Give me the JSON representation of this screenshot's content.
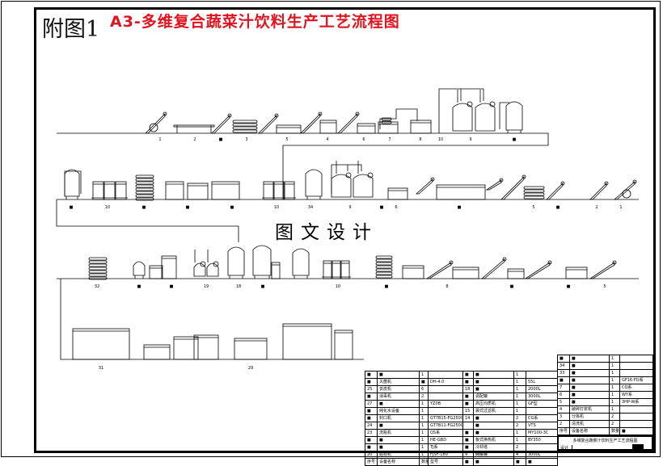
{
  "title": {
    "prefix": "附图1",
    "main": "A3-多维复合蔬菜汁饮料生产工艺流程图"
  },
  "watermark": "图文设计",
  "rows": [
    {
      "labels": [
        "1",
        "2",
        "■",
        "3",
        "5",
        "4",
        "6",
        "7",
        "8",
        "10",
        "9",
        "■"
      ]
    },
    {
      "labels": [
        "■",
        "10",
        "■",
        "■",
        "■",
        "10",
        "34",
        "9",
        "■",
        "6",
        "■",
        "5",
        "■",
        "2",
        "1"
      ]
    },
    {
      "labels": [
        "32",
        "■",
        "■",
        "19",
        "18",
        "■",
        "10",
        "■",
        "8",
        "■",
        "■",
        "5"
      ]
    },
    {
      "labels": [
        "31",
        "29"
      ]
    }
  ],
  "equipment_table": {
    "rows": [
      [
        "■",
        "■",
        "1",
        "",
        "■",
        "■",
        "1",
        ""
      ],
      [
        "■",
        "灭菌机",
        "■",
        "DH-4.0",
        "■",
        "■",
        "1",
        "55L"
      ],
      [
        "25",
        "去皮机",
        "6",
        "",
        "18",
        "■",
        "1",
        "2000L"
      ],
      [
        "■",
        "消毒机",
        "2",
        "",
        "■",
        "调配罐",
        "1",
        "3000L"
      ],
      [
        "27",
        "■",
        "1",
        "YZ0B",
        "■",
        "高压均质机",
        "1",
        "GF型"
      ],
      [
        "■",
        "纯化水设备",
        "1",
        "",
        "15",
        "袋式过滤机",
        "1",
        ""
      ],
      [
        "■",
        "封口机",
        "1",
        "GT7B15-FG2500",
        "14",
        "■",
        "2",
        "CG系"
      ],
      [
        "24",
        "■",
        "1",
        "GT7B11-FG2500",
        "",
        "■",
        "2",
        "VTS"
      ],
      [
        "23",
        "洗瓶机",
        "1",
        "QS系",
        "■",
        "■",
        "1",
        "MY100-3C"
      ],
      [
        "■",
        "■",
        "1",
        "HE-GBD",
        "■",
        "板式换热机",
        "1",
        "BY350"
      ],
      [
        "■",
        "■",
        "1",
        "TJ系",
        "■",
        "冷却塔",
        "2",
        ""
      ],
      [
        "20",
        "贴标机",
        "1",
        "FJSF-180",
        "9",
        "酶解罐",
        "4",
        "3000L"
      ],
      [
        "序号",
        "设备名称",
        "数量",
        "型号",
        "■",
        "■",
        "■",
        "■"
      ]
    ],
    "right_rows": [
      [
        "■",
        "■",
        "1",
        ""
      ],
      [
        "34",
        "■",
        "1",
        ""
      ],
      [
        "33",
        "■",
        "1",
        ""
      ],
      [
        "■",
        "■",
        "1",
        "GF16-FD系"
      ],
      [
        "7",
        "■",
        "1",
        "CQ系"
      ],
      [
        "6",
        "■",
        "1",
        "WY系"
      ],
      [
        "5",
        "■",
        "1",
        "3HP-W系"
      ],
      [
        "4",
        "破碎打浆机",
        "1",
        ""
      ],
      [
        "3",
        "分拣机",
        "2",
        ""
      ],
      [
        "2",
        "清洗机",
        "2",
        ""
      ],
      [
        "序号",
        "设备名称",
        "数量",
        "■"
      ]
    ],
    "title_block": {
      "name": "多维复合蔬菜汁饮料生产工艺流程图",
      "designer_label": "设计"
    }
  }
}
